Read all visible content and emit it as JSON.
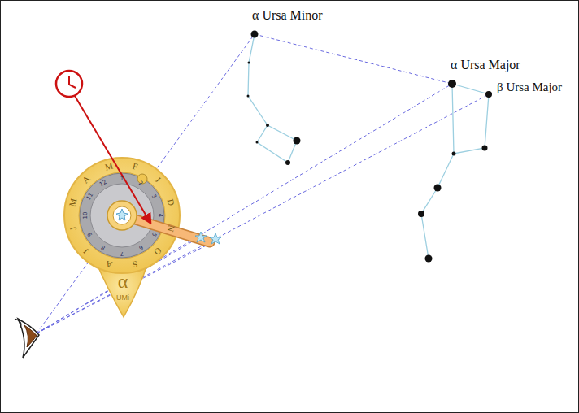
{
  "diagram": {
    "labels": [
      "α Ursa Minor",
      "α Ursa Major",
      "β Ursa Major",
      "J",
      "F",
      "M",
      "A",
      "M",
      "J",
      "J",
      "A",
      "S",
      "O",
      "N",
      "D",
      "1",
      "2",
      "3",
      "4",
      "5",
      "6",
      "7",
      "8",
      "9",
      "10",
      "11",
      "12",
      "α",
      "UMi"
    ]
  }
}
